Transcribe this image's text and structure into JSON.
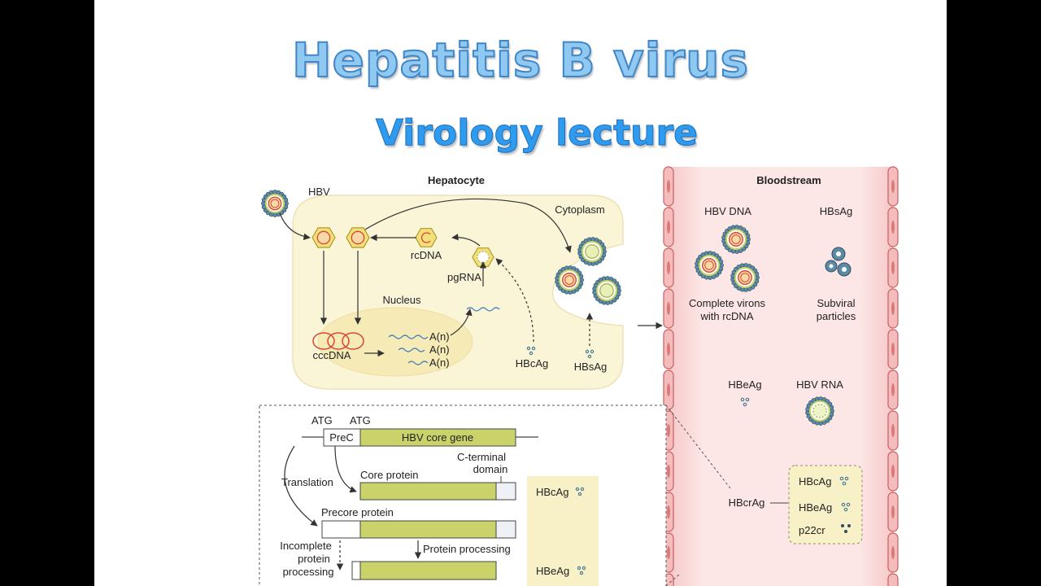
{
  "slide": {
    "title": "Hepatitis B virus",
    "subtitle": "Virology lecture"
  },
  "hepatocyte": {
    "heading": "Hepatocyte",
    "hbv": "HBV",
    "cytoplasm": "Cytoplasm",
    "nucleus": "Nucleus",
    "rcdna": "rcDNA",
    "pgrna": "pgRNA",
    "cccdna": "cccDNA",
    "an_1": "A(n)",
    "an_2": "A(n)",
    "an_3": "A(n)",
    "hbcag": "HBcAg",
    "hbsag": "HBsAg"
  },
  "bloodstream": {
    "heading": "Bloodstream",
    "hbv_dna": "HBV DNA",
    "hbsag": "HBsAg",
    "complete_virions_1": "Complete virons",
    "complete_virions_2": "with rcDNA",
    "subviral_1": "Subviral",
    "subviral_2": "particles",
    "hbeag": "HBeAg",
    "hbv_rna": "HBV RNA",
    "hbcrag": "HBcrAg",
    "box_hbcag": "HBcAg",
    "box_hbeag": "HBeAg",
    "box_p22cr": "p22cr"
  },
  "gene": {
    "atg_1": "ATG",
    "atg_2": "ATG",
    "prec": "PreC",
    "core_gene": "HBV core gene",
    "translation": "Translation",
    "core_protein": "Core protein",
    "c_terminal_1": "C-terminal",
    "c_terminal_2": "domain",
    "precore_protein": "Precore protein",
    "protein_processing": "Protein processing",
    "incomplete_1": "Incomplete",
    "incomplete_2": "protein",
    "incomplete_3": "processing",
    "hbcag": "HBcAg",
    "hbeag": "HBeAg"
  },
  "colors": {
    "title_fill": "#8fc8f0",
    "subtitle_fill": "#2e9bef",
    "cell_fill": "#fbf5d8",
    "blood_fill": "#fbe0e0",
    "gene_fill": "#c9d36a",
    "virion_dot": "#4a7a96"
  }
}
